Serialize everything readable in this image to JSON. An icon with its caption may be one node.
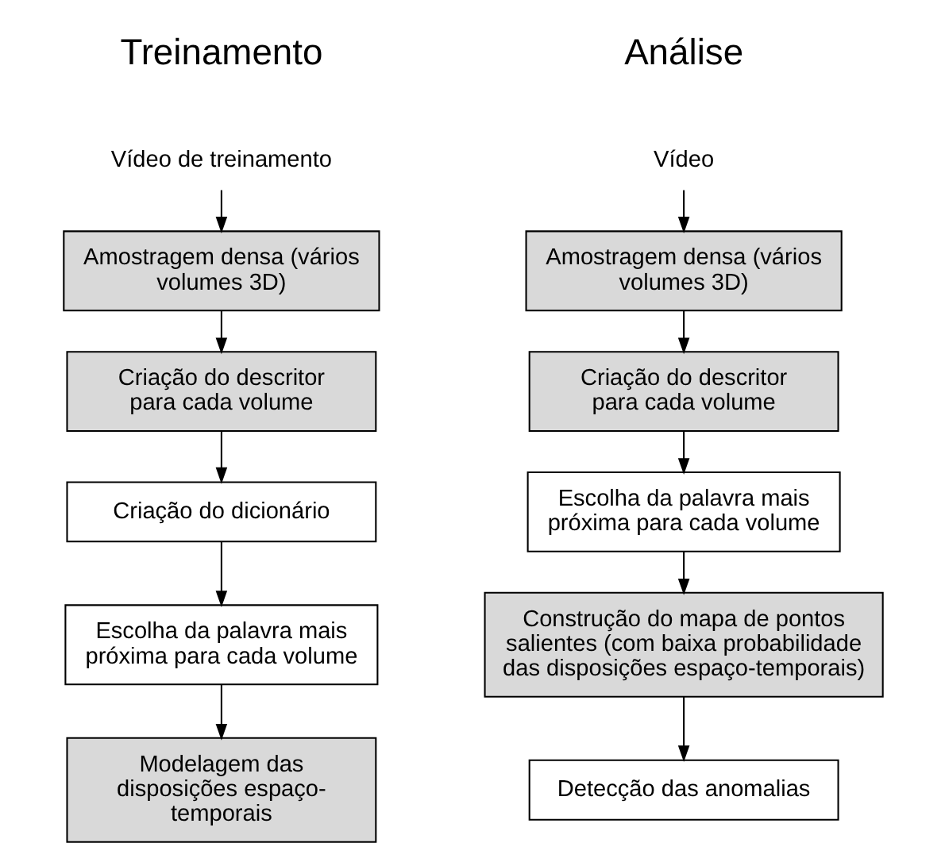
{
  "diagram": {
    "nodes": [
      {
        "text": [
          "Vídeo de treinamento"
        ]
      },
      {
        "text": [
          "Amostragem densa (vários volumes 3D)"
        ]
      },
      {
        "text": [
          "Criação do descritor para cada volume"
        ]
      },
      {
        "text": [
          "Criação do dicionário"
        ]
      },
      {
        "text": [
          "Escolha da palavra mais próxima para cada volume"
        ]
      },
      {
        "text": [
          "Modelagem das disposições espaço-temporais"
        ]
      },
      {
        "text": [
          "Vídeo"
        ]
      },
      {
        "text": [
          "Amostragem densa (vários volumes 3D)"
        ]
      },
      {
        "text": [
          "Criação do descritor para cada volume"
        ]
      },
      {
        "text": [
          "Escolha da palavra mais próxima para cada volume"
        ]
      },
      {
        "text": [
          "Construção do mapa de pontos salientes (com baixa probabilidade das disposições espaço-temporais)"
        ]
      },
      {
        "text": [
          "Detecção das anomalias"
        ]
      }
    ],
    "edges": [
      {
        "from": 0,
        "to": 1,
        "arrow": "to"
      },
      {
        "from": 1,
        "to": 2,
        "arrow": "to"
      },
      {
        "from": 2,
        "to": 3,
        "arrow": "to"
      },
      {
        "from": 3,
        "to": 4,
        "arrow": "to"
      },
      {
        "from": 4,
        "to": 5,
        "arrow": "to"
      },
      {
        "from": 6,
        "to": 7,
        "arrow": "to"
      },
      {
        "from": 7,
        "to": 8,
        "arrow": "to"
      },
      {
        "from": 8,
        "to": 9,
        "arrow": "to"
      },
      {
        "from": 9,
        "to": 10,
        "arrow": "to"
      },
      {
        "from": 10,
        "to": 11,
        "arrow": "to"
      }
    ],
    "labels": [
      "Treinamento",
      "Análise"
    ]
  }
}
